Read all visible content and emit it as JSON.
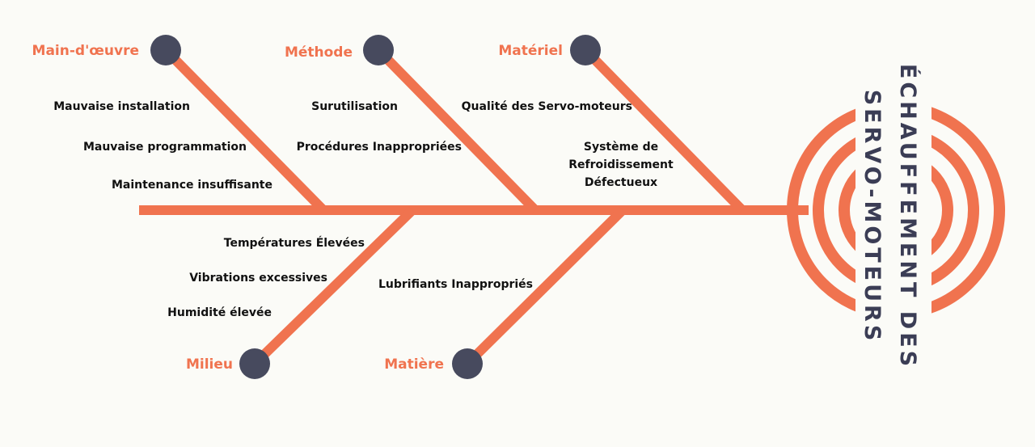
{
  "colors": {
    "background": "#fbfbf7",
    "bone": "#f0734f",
    "dot": "#474a5e",
    "category_text": "#f0734f",
    "cause_text": "#111111",
    "effect_text": "#3b3d55"
  },
  "effect": {
    "line1": "ÉCHAUFFEMENT DES",
    "line2": "SERVO-MOTEURS"
  },
  "categories": [
    {
      "label": "Main-d'œuvre",
      "causes": [
        "Mauvaise installation",
        "Mauvaise programmation",
        "Maintenance insuffisante"
      ]
    },
    {
      "label": "Méthode",
      "causes": [
        "Surutilisation",
        "Procédures Inappropriées"
      ]
    },
    {
      "label": "Matériel",
      "causes": [
        "Qualité des Servo-moteurs",
        "Système de",
        "Refroidissement",
        "Défectueux"
      ]
    },
    {
      "label": "Milieu",
      "causes": [
        "Températures Élevées",
        "Vibrations excessives",
        "Humidité élevée"
      ]
    },
    {
      "label": "Matière",
      "causes": [
        "Lubrifiants Inappropriés"
      ]
    }
  ]
}
